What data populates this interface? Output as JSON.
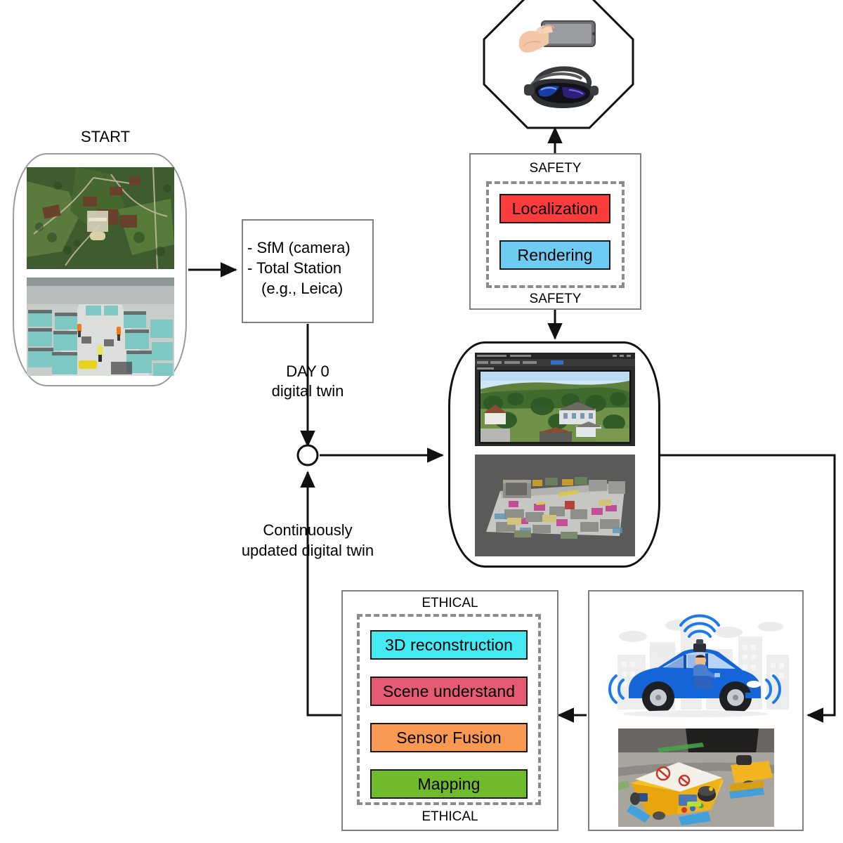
{
  "diagram": {
    "title": "Digital twin lifecycle pipeline",
    "labels": {
      "start": "START",
      "day0_line1": "DAY 0",
      "day0_line2": "digital twin",
      "cont_line1": "Continuously",
      "cont_line2": "updated digital twin"
    },
    "acquisition_box": {
      "line1": "- SfM (camera)",
      "line2": "- Total Station",
      "line3": "(e.g., Leica)"
    },
    "safety_group": {
      "top_label": "SAFETY",
      "bottom_label": "SAFETY",
      "items": [
        {
          "label": "Localization",
          "color": "#fa3c3c"
        },
        {
          "label": "Rendering",
          "color": "#6ecbf2"
        }
      ]
    },
    "ethical_group": {
      "top_label": "ETHICAL",
      "bottom_label": "ETHICAL",
      "items": [
        {
          "label": "3D reconstruction",
          "color": "#45e9f2"
        },
        {
          "label": "Scene understand",
          "color": "#e75a73"
        },
        {
          "label": "Sensor Fusion",
          "color": "#fa9a52"
        },
        {
          "label": "Mapping",
          "color": "#6fbb2b"
        }
      ]
    },
    "media": {
      "start_top": "aerial-satellite-map-photo",
      "start_bottom": "warehouse-containers-photo",
      "octagon_top": "hand-holding-smartphone-photo",
      "octagon_bottom": "vr-ar-headset-photo",
      "twin_top": "3d-viewer-aerial-village-screenshot",
      "twin_bottom": "3d-point-cloud-yard-screenshot",
      "robot_top": "autonomous-car-illustration",
      "robot_bottom": "agv-warehouse-robot-photo"
    },
    "palette": {
      "outline_gray": "#808080",
      "outline_dark": "#1a1a1a",
      "dashed_gray": "#8c8c8c",
      "wire_black": "#111111"
    }
  }
}
